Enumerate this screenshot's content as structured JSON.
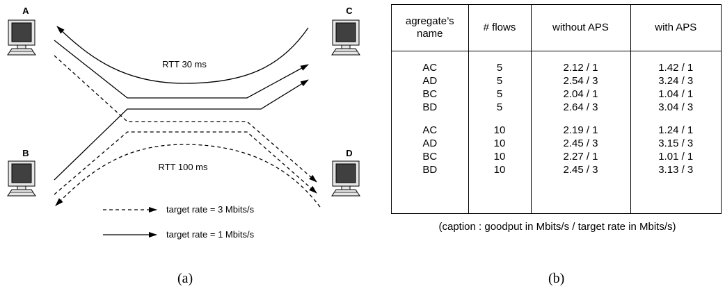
{
  "diagram": {
    "hosts": [
      "A",
      "B",
      "C",
      "D"
    ],
    "rtt_top": "RTT 30 ms",
    "rtt_bottom": "RTT 100 ms",
    "legend": [
      {
        "style": "dashed",
        "label": "target rate = 3 Mbits/s"
      },
      {
        "style": "solid",
        "label": "target rate = 1 Mbits/s"
      }
    ],
    "colors": {
      "line": "#000000",
      "screen": "#404040",
      "case": "#e6e6e6"
    }
  },
  "table": {
    "headers": [
      {
        "line1": "agregate’s",
        "line2": "name"
      },
      {
        "line1": "# flows",
        "line2": ""
      },
      {
        "line1": "without APS",
        "line2": ""
      },
      {
        "line1": "with APS",
        "line2": ""
      }
    ],
    "group1": [
      [
        "AC",
        "5",
        "2.12 / 1",
        "1.42 / 1"
      ],
      [
        "AD",
        "5",
        "2.54 / 3",
        "3.24 / 3"
      ],
      [
        "BC",
        "5",
        "2.04 / 1",
        "1.04 / 1"
      ],
      [
        "BD",
        "5",
        "2.64 / 3",
        "3.04 / 3"
      ]
    ],
    "group2": [
      [
        "AC",
        "10",
        "2.19 / 1",
        "1.24 / 1"
      ],
      [
        "AD",
        "10",
        "2.45 / 3",
        "3.15 / 3"
      ],
      [
        "BC",
        "10",
        "2.27 / 1",
        "1.01 / 1"
      ],
      [
        "BD",
        "10",
        "2.45 / 3",
        "3.13 / 3"
      ]
    ]
  },
  "caption": "(caption : goodput in Mbits/s / target rate in Mbits/s)",
  "sublabels": {
    "a": "(a)",
    "b": "(b)"
  }
}
